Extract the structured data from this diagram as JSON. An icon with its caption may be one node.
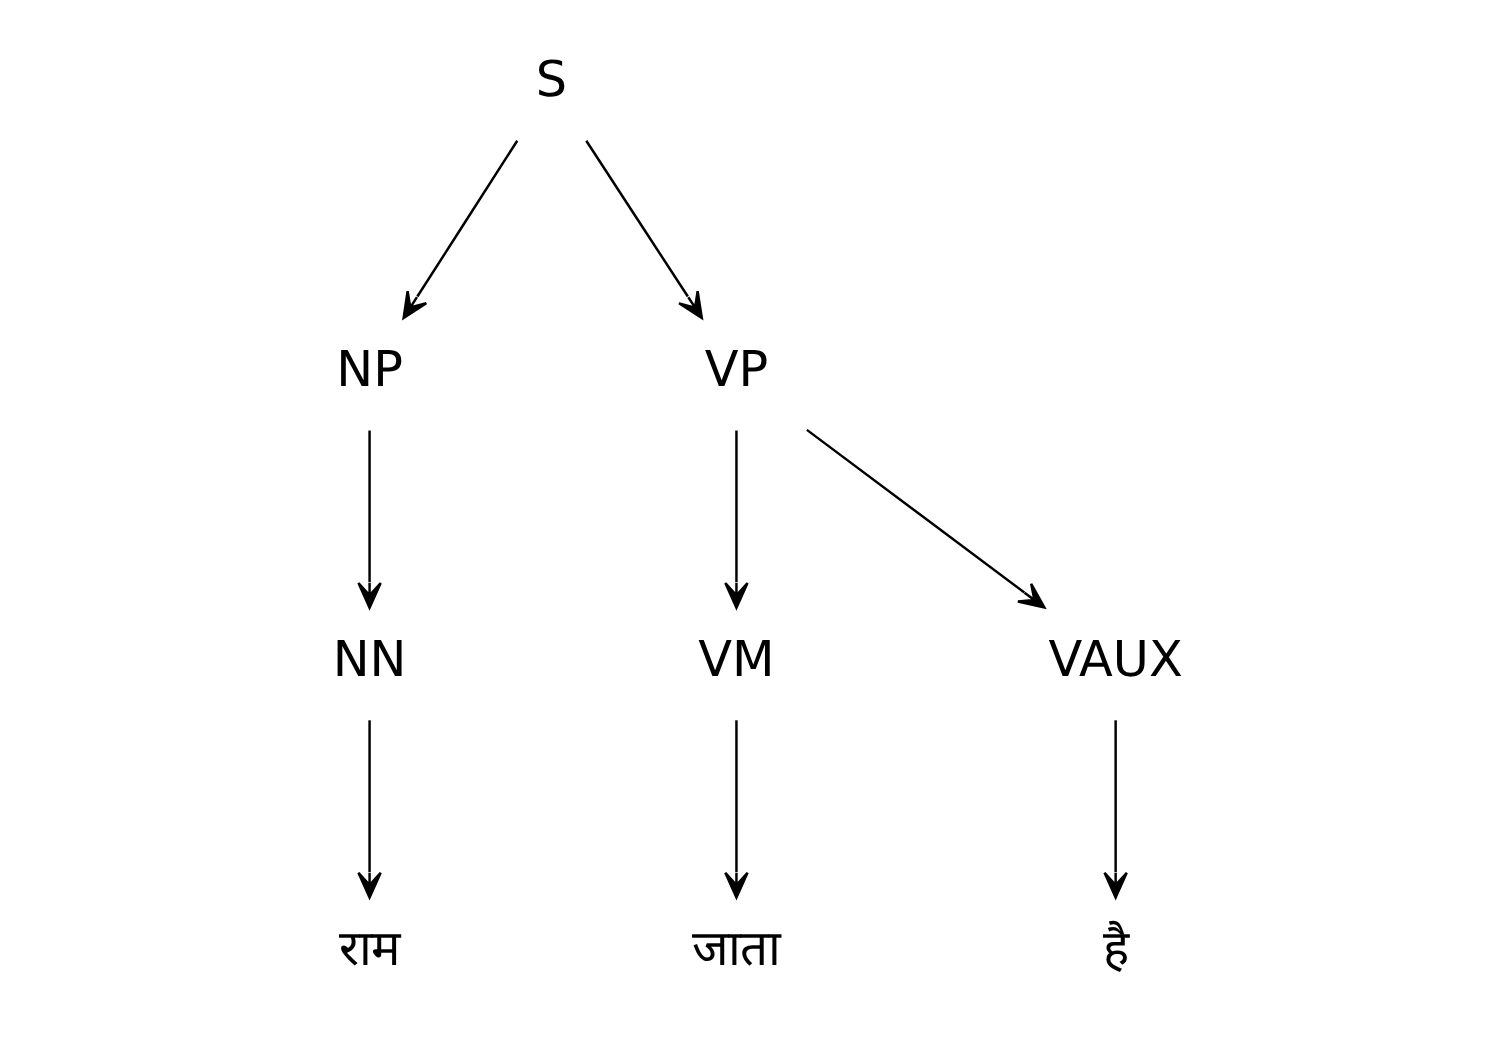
{
  "diagram": {
    "nodes": [
      {
        "text": [
          "S"
        ]
      },
      {
        "text": [
          "NP"
        ]
      },
      {
        "text": [
          "VP"
        ]
      },
      {
        "text": [
          "NN"
        ]
      },
      {
        "text": [
          "VM"
        ]
      },
      {
        "text": [
          "VAUX"
        ]
      },
      {
        "text": [
          "राम"
        ]
      },
      {
        "text": [
          "जाता"
        ]
      },
      {
        "text": [
          "है"
        ]
      }
    ],
    "edges": [
      {
        "from": 0,
        "to": 1,
        "arrow": "to"
      },
      {
        "from": 0,
        "to": 2,
        "arrow": "to"
      },
      {
        "from": 1,
        "to": 3,
        "arrow": "to"
      },
      {
        "from": 2,
        "to": 4,
        "arrow": "to"
      },
      {
        "from": 2,
        "to": 5,
        "arrow": "to"
      },
      {
        "from": 3,
        "to": 6,
        "arrow": "to"
      },
      {
        "from": 4,
        "to": 7,
        "arrow": "to"
      },
      {
        "from": 5,
        "to": 8,
        "arrow": "to"
      }
    ]
  }
}
